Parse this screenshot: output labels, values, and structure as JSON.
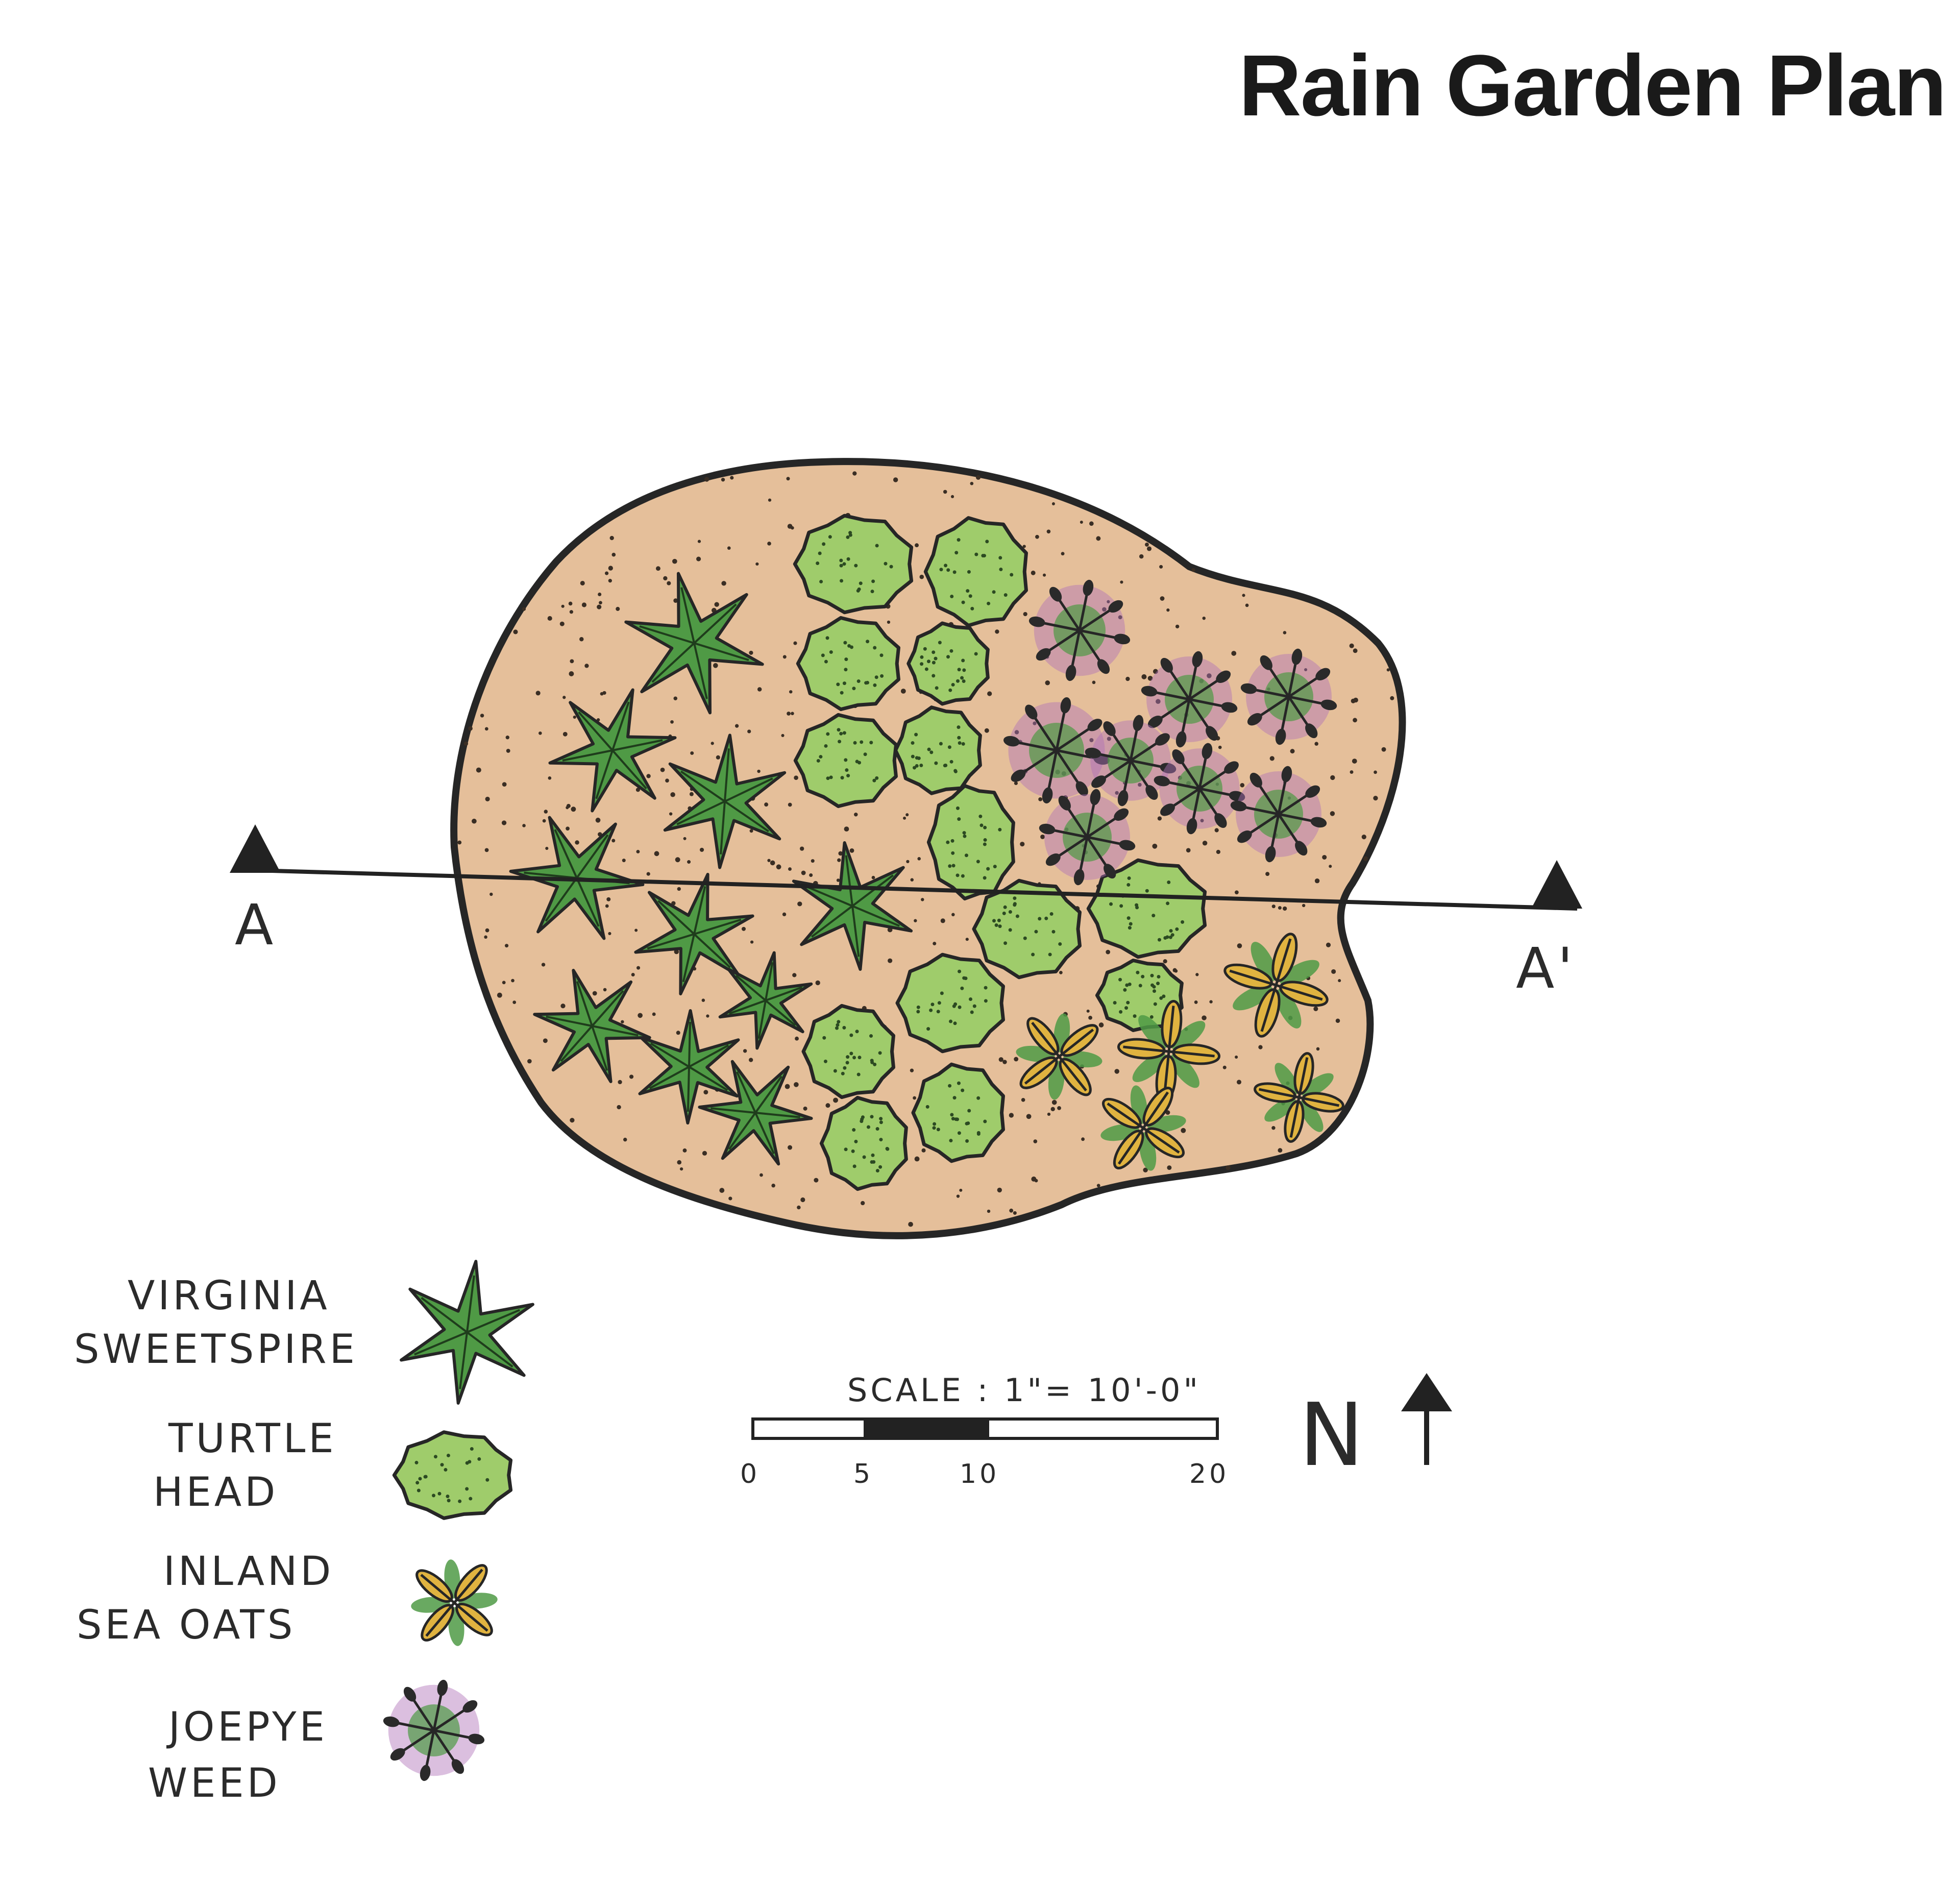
{
  "title": "Rain Garden Plan",
  "section": {
    "start_label": "A",
    "end_label": "A'"
  },
  "legend": [
    {
      "line1": "VIRGINIA",
      "line2": "SWEETSPIRE",
      "symbol": "star-leaf-icon"
    },
    {
      "line1": "TURTLE",
      "line2": "HEAD",
      "symbol": "round-shrub-icon"
    },
    {
      "line1": "INLAND",
      "line2": "SEA OATS",
      "symbol": "seed-head-icon"
    },
    {
      "line1": "JOEPYE",
      "line2": "WEED",
      "symbol": "spoke-flower-icon"
    }
  ],
  "scale": {
    "label": "SCALE : 1\"= 10'-0\"",
    "ticks": [
      "0",
      "5",
      "10",
      "20"
    ]
  },
  "north": {
    "label": "N"
  },
  "colors": {
    "soil": "#e5bf9a",
    "sweetspire": "#4f9a45",
    "turtlehead": "#9fcc6b",
    "seaoats": "#e0b340",
    "joepye": "#b070b8",
    "outline": "#262626"
  }
}
